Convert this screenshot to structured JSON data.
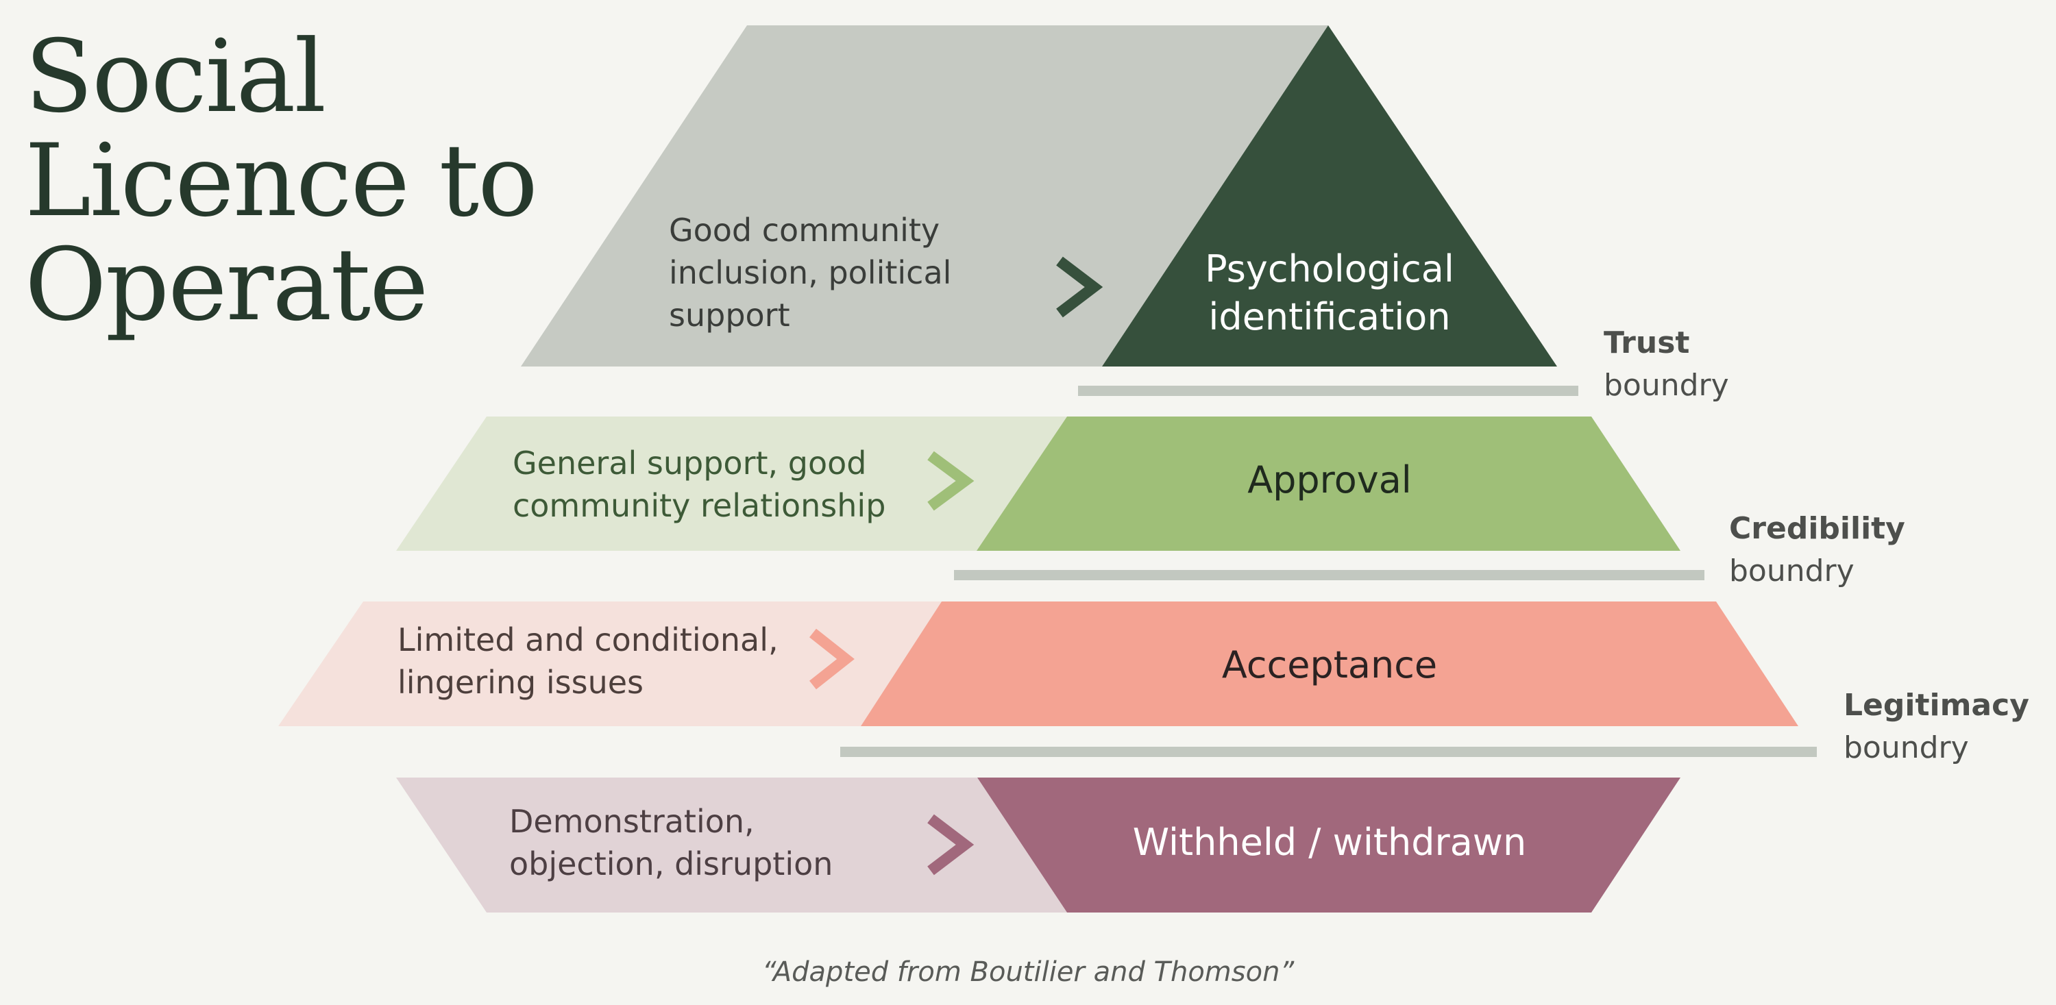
{
  "title_lines": [
    "Social",
    "Licence to",
    "Operate"
  ],
  "levels": [
    {
      "name": "Psychological identification",
      "name_lines": [
        "Psychological",
        "identification"
      ],
      "description_lines": [
        "Good community",
        "inclusion, political",
        "support"
      ],
      "colors": {
        "light": "#c6cac3",
        "dark": "#36503c",
        "label": "#ffffff",
        "description": "#3a3d3a"
      }
    },
    {
      "name": "Approval",
      "name_lines": [
        "Approval"
      ],
      "description_lines": [
        "General support, good",
        "community relationship"
      ],
      "colors": {
        "light": "#e0e7d3",
        "dark": "#9fbf78",
        "label": "#1f2a1e",
        "description": "#3d5a37"
      }
    },
    {
      "name": "Acceptance",
      "name_lines": [
        "Acceptance"
      ],
      "description_lines": [
        "Limited and conditional,",
        "lingering issues"
      ],
      "colors": {
        "light": "#f5e1dc",
        "dark": "#f4a393",
        "label": "#2b2222",
        "description": "#4d3f3c"
      }
    },
    {
      "name": "Withheld / withdrawn",
      "name_lines": [
        "Withheld / withdrawn"
      ],
      "description_lines": [
        "Demonstration,",
        "objection, disruption"
      ],
      "colors": {
        "light": "#e1d3d6",
        "dark": "#a1687c",
        "label": "#ffffff",
        "description": "#4d3f43"
      }
    }
  ],
  "boundaries": [
    {
      "name": "Trust",
      "word": "boundry"
    },
    {
      "name": "Credibility",
      "word": "boundry"
    },
    {
      "name": "Legitimacy",
      "word": "boundry"
    }
  ],
  "boundary_line_color": "#c2c8c0",
  "caption": "“Adapted from Boutilier and Thomson”"
}
